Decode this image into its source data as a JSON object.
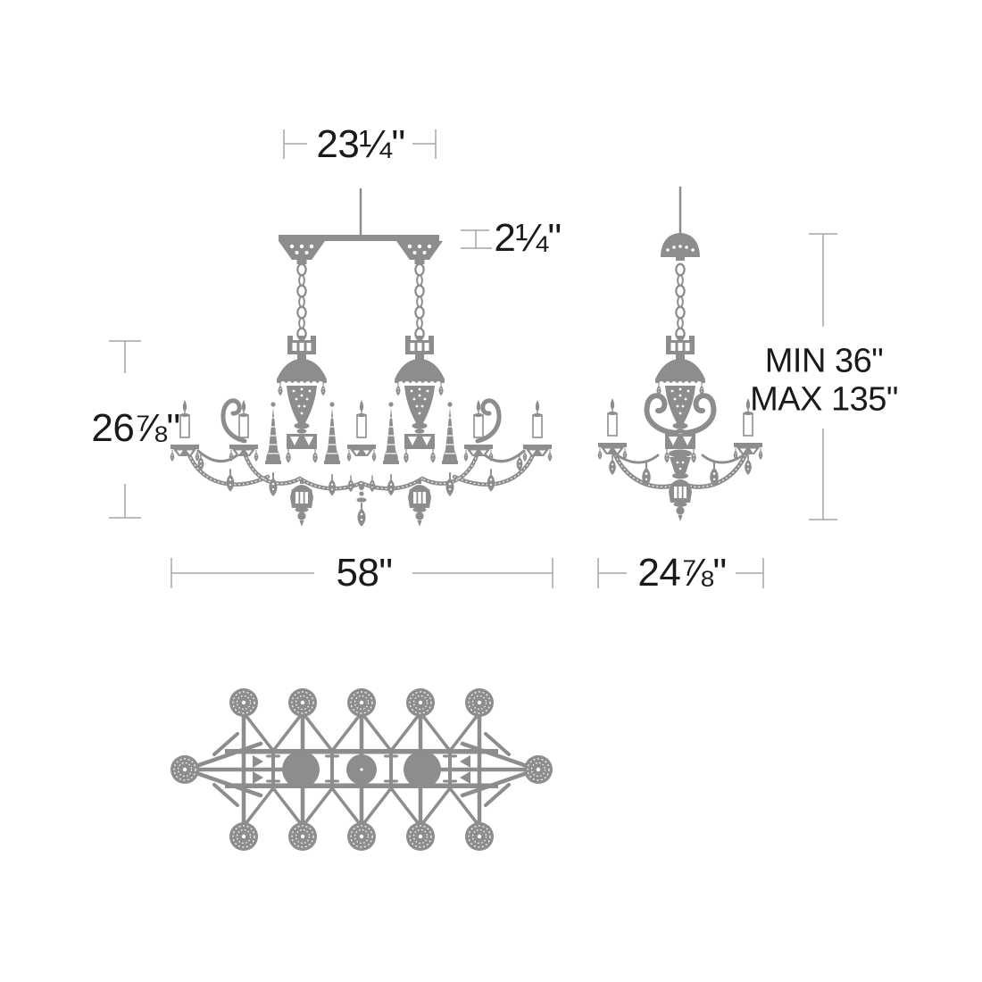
{
  "colors": {
    "artwork": "#8d8d8d",
    "dimension_line": "#a6a6a6",
    "text": "#1a1a1a",
    "background": "#ffffff"
  },
  "dimensions": {
    "canopy_width": "23¼\"",
    "canopy_height": "2¼\"",
    "fixture_height": "26⅞\"",
    "fixture_width": "58\"",
    "side_width": "24⅞\"",
    "hanging_min": "MIN 36\"",
    "hanging_max": "MAX 135\""
  }
}
